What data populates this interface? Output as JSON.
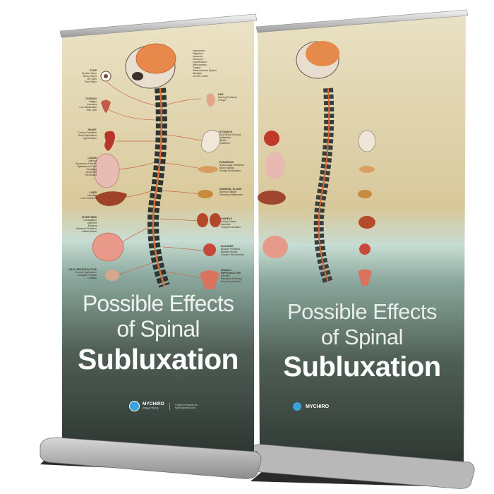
{
  "headline": {
    "line1": "Possible Effects",
    "line2": "of Spinal",
    "line3": "Subluxation"
  },
  "brand": {
    "name": "MYCHIRO",
    "sub": "PRACTICE",
    "legal": "© MyChiroPractice Inc. · mychiropractice.com"
  },
  "left_labels": [
    {
      "title": "EYES",
      "lines": [
        "Double Vision",
        "Blurry Vision",
        "Dry Eyes",
        "Poor Vision"
      ]
    },
    {
      "title": "THYROID",
      "lines": [
        "Fatigue",
        "Insomnia",
        "Low Metabolism",
        "Hair Loss"
      ]
    },
    {
      "title": "HEART",
      "lines": [
        "Cardiac Problems",
        "Heart Palpitations",
        "Hypertension"
      ]
    },
    {
      "title": "LUNGS",
      "lines": [
        "Asthma",
        "Shortness of Breath",
        "Tightness in Chest",
        "Coughing",
        "Bronchitis",
        "Pneumonia"
      ]
    },
    {
      "title": "LIVER",
      "lines": [
        "Jaundice",
        "Liver Problems"
      ]
    },
    {
      "title": "INTESTINES",
      "lines": [
        "Constipation",
        "Diarrhea",
        "Bloating",
        "Intestinal Problems",
        "Irritable Bowel"
      ]
    },
    {
      "title": "MALE REPRODUCTIVE",
      "lines": [
        "Erectile Dysfunction",
        "Enlarged Prostate",
        "Leakage"
      ]
    }
  ],
  "right_labels": [
    {
      "title": "",
      "lines": [
        "Headaches",
        "Migraines",
        "Insomnia",
        "Dizziness",
        "Hypertension",
        "Nervousness",
        "Fatigue",
        "Weak Immune System",
        "Allergies",
        "Chronic Colds"
      ]
    },
    {
      "title": "EAR",
      "lines": [
        "Hearing Problems",
        "Vertigo"
      ]
    },
    {
      "title": "STOMACH",
      "lines": [
        "Acid Reflux Disease",
        "Indigestion",
        "Ulcers",
        "Heartburn"
      ]
    },
    {
      "title": "PANCREAS",
      "lines": [
        "Blood Sugar Imbalance",
        "Mood Swings",
        "Energy Fluctuations"
      ]
    },
    {
      "title": "ADRENAL GLAND",
      "lines": [
        "Adrenal Fatigue",
        "Hormonal Imbalances"
      ]
    },
    {
      "title": "KIDNEYS",
      "lines": [
        "Kidney Stones",
        "Nephritis",
        "Frequent Urination"
      ]
    },
    {
      "title": "BLADDER",
      "lines": [
        "Bladder Problems",
        "Bladder Stones",
        "Urinary Tract Infection"
      ]
    },
    {
      "title": "FEMALE REPRODUCTIVE",
      "lines": [
        "Infertility",
        "Menstrual Problems",
        "Sexual Dysfunction"
      ]
    }
  ]
}
